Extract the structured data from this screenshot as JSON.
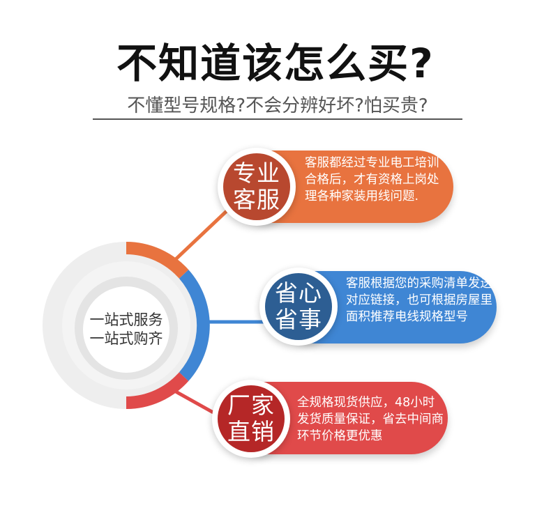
{
  "header": {
    "title": "不知道该怎么买?",
    "subtitle": "不懂型号规格?不会分辨好坏?怕买贵?"
  },
  "hub": {
    "line1": "一站式服务",
    "line2": "一站式购齐"
  },
  "features": [
    {
      "badge_line1": "专业",
      "badge_line2": "客服",
      "text": "客服都经过专业电工培训合格后，才有资格上岗处理各种家装用线问题.",
      "color": "#e8733f",
      "badge_color": "#b8482f"
    },
    {
      "badge_line1": "省心",
      "badge_line2": "省事",
      "text": "客服根据您的采购清单发送对应链接，也可根据房屋里面积推荐电线规格型号",
      "color": "#3f86d4",
      "badge_color": "#2d5e93"
    },
    {
      "badge_line1": "厂家",
      "badge_line2": "直销",
      "text": "全规格现货供应，48小时发货质量保证，省去中间商环节价格更优惠",
      "color": "#e04a4a",
      "badge_color": "#b52727"
    }
  ]
}
